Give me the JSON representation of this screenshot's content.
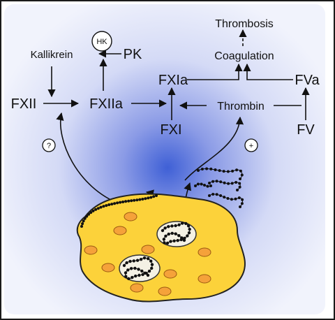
{
  "nodes": {
    "thrombosis": "Thrombosis",
    "coagulation": "Coagulation",
    "kallikrein": "Kallikrein",
    "hk": "HK",
    "pk": "PK",
    "fxii": "FXII",
    "fxiia": "FXIIa",
    "fxia": "FXIa",
    "fxi": "FXI",
    "fva": "FVa",
    "fv": "FV",
    "thrombin": "Thrombin"
  },
  "markers": {
    "unknown": "?",
    "positive": "+"
  },
  "colors": {
    "border": "#1a1a1a",
    "panel_center": "#3f60d6",
    "panel_edge": "#eef0fb",
    "cell_fill": "#fcd23a",
    "cell_stroke": "#222222",
    "granule": "#f5a23a",
    "nucleus": "#f4f1e4",
    "dna_bead": "#111111"
  },
  "icons": [
    "arrow",
    "dashed-arrow",
    "dna-strand",
    "platelet-cell",
    "granule",
    "nucleus"
  ]
}
